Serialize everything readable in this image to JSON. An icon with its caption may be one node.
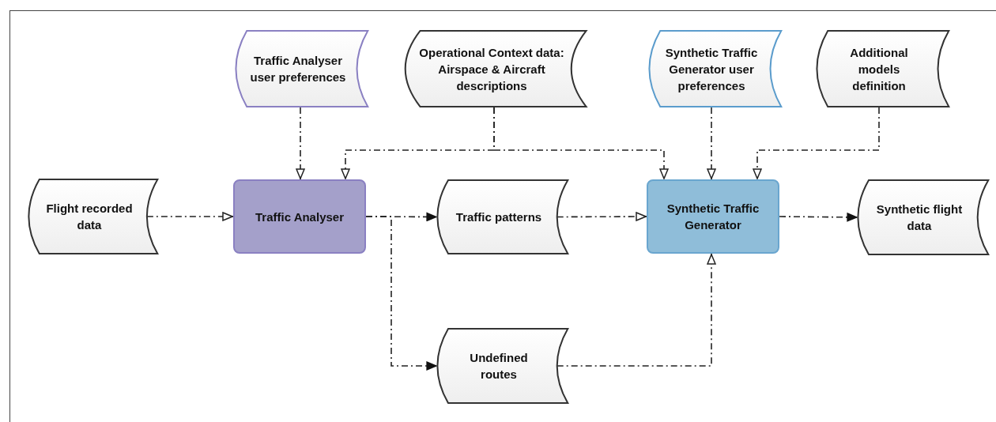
{
  "diagram": {
    "nodes": [
      {
        "text": [
          "Traffic Analyser user preferences"
        ]
      },
      {
        "text": [
          "Operational Context data: Airspace & Aircraft descriptions"
        ]
      },
      {
        "text": [
          "Synthetic Traffic Generator user preferences"
        ]
      },
      {
        "text": [
          "Additional models definition"
        ]
      },
      {
        "text": [
          "Flight recorded data"
        ]
      },
      {
        "text": [
          "Traffic Analyser"
        ]
      },
      {
        "text": [
          "Traffic patterns"
        ]
      },
      {
        "text": [
          "Synthetic Traffic Generator"
        ]
      },
      {
        "text": [
          "Synthetic flight data"
        ]
      },
      {
        "text": [
          "Undefined routes"
        ]
      }
    ],
    "edges": [
      {
        "from": 0,
        "to": 5,
        "arrow": "to"
      },
      {
        "from": 1,
        "to": 5,
        "arrow": "to"
      },
      {
        "from": 1,
        "to": 7,
        "arrow": "to"
      },
      {
        "from": 2,
        "to": 7,
        "arrow": "to"
      },
      {
        "from": 3,
        "to": 7,
        "arrow": "to"
      },
      {
        "from": 4,
        "to": 5,
        "arrow": "to"
      },
      {
        "from": 5,
        "to": 6,
        "arrow": "to"
      },
      {
        "from": 5,
        "to": 9,
        "arrow": "to"
      },
      {
        "from": 6,
        "to": 7,
        "arrow": "to"
      },
      {
        "from": 7,
        "to": 8,
        "arrow": "to"
      },
      {
        "from": 9,
        "to": 7,
        "arrow": "to"
      }
    ]
  }
}
